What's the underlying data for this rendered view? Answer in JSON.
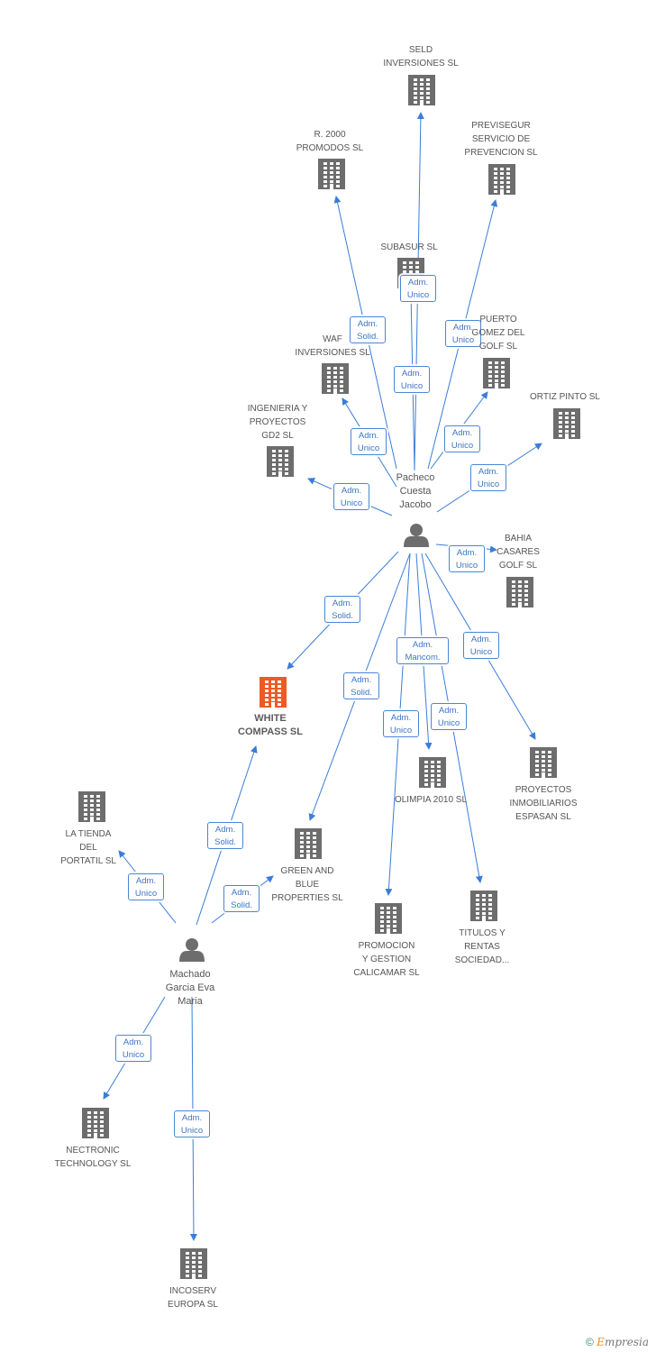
{
  "colors": {
    "edge": "#3b7dd8",
    "node": "#6d6d6d",
    "focus": "#ee5a24"
  },
  "nodes": [
    {
      "id": "seld",
      "type": "company",
      "label": "SELD\nINVERSIONES SL"
    },
    {
      "id": "r2000",
      "type": "company",
      "label": "R.  2000\nPROMODOS SL"
    },
    {
      "id": "prevsegur",
      "type": "company",
      "label": "PREVISEGUR\nSERVICIO DE\nPREVENCION SL"
    },
    {
      "id": "subasur",
      "type": "company",
      "label": "SUBASUR SL"
    },
    {
      "id": "puerto",
      "type": "company",
      "label": "PUERTO\nGOMEZ DEL\nGOLF SL"
    },
    {
      "id": "waf",
      "type": "company",
      "label": "WAF\nINVERSIONES SL"
    },
    {
      "id": "ortiz",
      "type": "company",
      "label": "ORTIZ PINTO SL"
    },
    {
      "id": "ingenieria",
      "type": "company",
      "label": "INGENIERIA Y\nPROYECTOS\nGD2 SL"
    },
    {
      "id": "bahia",
      "type": "company",
      "label": "BAHIA\nCASARES\nGOLF SL"
    },
    {
      "id": "white",
      "type": "focus",
      "label": "WHITE\nCOMPASS SL"
    },
    {
      "id": "olimpia",
      "type": "company",
      "label": "OLIMPIA 2010 SL"
    },
    {
      "id": "proyinmo",
      "type": "company",
      "label": "PROYECTOS\nINMOBILIARIOS\nESPASAN SL"
    },
    {
      "id": "tienda",
      "type": "company",
      "label": "LA TIENDA\nDEL\nPORTATIL SL"
    },
    {
      "id": "green",
      "type": "company",
      "label": "GREEN AND\nBLUE\nPROPERTIES SL"
    },
    {
      "id": "promocion",
      "type": "company",
      "label": "PROMOCION\nY GESTION\nCALICAMAR SL"
    },
    {
      "id": "titulos",
      "type": "company",
      "label": "TITULOS Y\nRENTAS\nSOCIEDAD..."
    },
    {
      "id": "nectronic",
      "type": "company",
      "label": "NECTRONIC\nTECHNOLOGY SL"
    },
    {
      "id": "incoserv",
      "type": "company",
      "label": "INCOSERV\nEUROPA SL"
    },
    {
      "id": "pacheco",
      "type": "person",
      "label": "Pacheco\nCuesta\nJacobo"
    },
    {
      "id": "machado",
      "type": "person",
      "label": "Machado\nGarcia Eva\nMaria"
    }
  ],
  "edges": [
    {
      "from": "pacheco",
      "to": "seld",
      "label": "Adm.\nUnico"
    },
    {
      "from": "pacheco",
      "to": "r2000",
      "label": "Adm.\nSolid."
    },
    {
      "from": "pacheco",
      "to": "prevsegur",
      "label": "Adm.\nUnico"
    },
    {
      "from": "pacheco",
      "to": "subasur",
      "label": "Adm.\nUnico"
    },
    {
      "from": "pacheco",
      "to": "waf",
      "label": "Adm.\nUnico"
    },
    {
      "from": "pacheco",
      "to": "puerto",
      "label": "Adm.\nUnico"
    },
    {
      "from": "pacheco",
      "to": "ortiz",
      "label": "Adm.\nUnico"
    },
    {
      "from": "pacheco",
      "to": "ingenieria",
      "label": "Adm.\nUnico"
    },
    {
      "from": "pacheco",
      "to": "bahia",
      "label": "Adm.\nUnico"
    },
    {
      "from": "pacheco",
      "to": "white",
      "label": "Adm.\nSolid."
    },
    {
      "from": "pacheco",
      "to": "green",
      "label": "Adm.\nSolid."
    },
    {
      "from": "pacheco",
      "to": "olimpia",
      "label": "Adm.\nMancom."
    },
    {
      "from": "pacheco",
      "to": "promocion",
      "label": "Adm.\nUnico"
    },
    {
      "from": "pacheco",
      "to": "titulos",
      "label": "Adm.\nUnico"
    },
    {
      "from": "pacheco",
      "to": "proyinmo",
      "label": "Adm.\nUnico"
    },
    {
      "from": "pacheco",
      "to": "seld",
      "label": "Adm.\nUnico"
    },
    {
      "from": "machado",
      "to": "white",
      "label": "Adm.\nSolid."
    },
    {
      "from": "machado",
      "to": "tienda",
      "label": "Adm.\nUnico"
    },
    {
      "from": "machado",
      "to": "green",
      "label": "Adm.\nSolid."
    },
    {
      "from": "machado",
      "to": "nectronic",
      "label": "Adm.\nUnico"
    },
    {
      "from": "machado",
      "to": "incoserv",
      "label": "Adm.\nUnico"
    }
  ],
  "footer": {
    "copyright": "©",
    "brand_first": "E",
    "brand_rest": "mpresia"
  }
}
